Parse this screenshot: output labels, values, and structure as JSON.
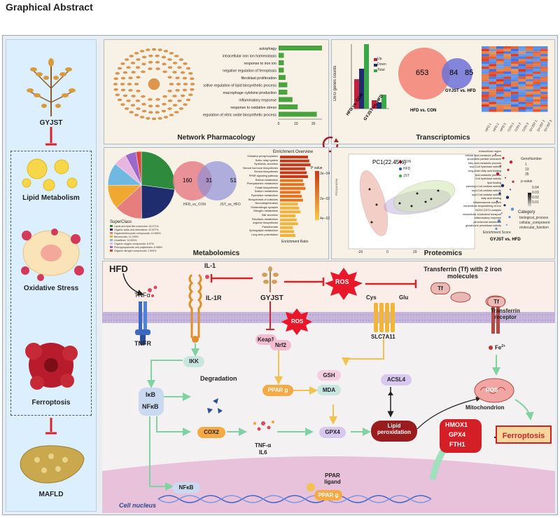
{
  "title": "Graphical Abstract",
  "left": {
    "items": [
      "GYJST",
      "Lipid Metabolism",
      "Oxidative Stress",
      "Ferroptosis",
      "MAFLD"
    ]
  },
  "network": {
    "caption": "Network Pharmacology",
    "bars": [
      {
        "label": "autophagy",
        "value": 25
      },
      {
        "label": "intracellular iron ion homeostasis",
        "value": 3
      },
      {
        "label": "response to iron ion",
        "value": 3
      },
      {
        "label": "negative regulation of ferroptosis",
        "value": 3
      },
      {
        "label": "fibroblast proliferation",
        "value": 4
      },
      {
        "label": "positive regulation of lipid biosynthetic process",
        "value": 5
      },
      {
        "label": "macrophage cytokine production",
        "value": 5
      },
      {
        "label": "inflammatory response",
        "value": 8
      },
      {
        "label": "response to oxidative stress",
        "value": 11
      },
      {
        "label": "positive regulation of nitric oxide biosynthetic process",
        "value": 22
      }
    ],
    "ticks": [
      "0",
      "10",
      "20"
    ]
  },
  "transcriptomics": {
    "caption": "Transcriptomics",
    "ylabel": "DEG genes counts",
    "legend": [
      "Up",
      "Down",
      "Total"
    ],
    "groups": [
      "HFD vs. CON",
      "GYJST vs. HFD"
    ],
    "venn_left": "653",
    "venn_mid": "84",
    "venn_right": "85",
    "venn_label_left": "HFD vs. CON",
    "venn_label_right": "GYJST vs. HFD",
    "heat_cols": [
      "HFD 1",
      "HFD 2",
      "HFD 3",
      "CON 1",
      "CON 2",
      "CON 3",
      "GYJST 1",
      "GYJST 2",
      "GYJST 3"
    ]
  },
  "metabolomics": {
    "caption": "Metabolomics",
    "superclass_title": "SuperClass",
    "superclass": [
      "Lipids and lipid-like molecules: 26.271%",
      "Organic acids and derivatives: 22.027%",
      "Organoheterocyclic compounds: 12.966%",
      "Benzenoids: 11.299%",
      "Undefined: 10.593%",
      "Organic oxygen compounds: 6.07%",
      "Phenylpropanoids and polyketides: 5.085%",
      "Organic nitrogen compounds: 2.553%"
    ],
    "venn_left": "160",
    "venn_mid": "31",
    "venn_right": "51",
    "venn_label_left": "HFD_vs_CON",
    "venn_label_right": "JST_vs_HFD",
    "enrich_title": "Enrichment Overview",
    "enrich_xlabel": "Enrichment Ratio",
    "pvalue_title": "P value",
    "pvalue_ticks": [
      "3e−04",
      "2e−02",
      "4e−02"
    ],
    "enrich_terms": [
      "Oxidative phosphorylation",
      "Sulfur relay system",
      "Synthesis, secretion",
      "Steroid hormone biosynthesis",
      "Steroid biosynthesis",
      "PPAR signaling pathway",
      "Retinol metabolism",
      "Phenylalanine metabolism",
      "Folate biosynthesis",
      "Sodium metabolism",
      "Pyrimidine metabolism",
      "Biosynthesis of cofactors",
      "Neurodegeneration",
      "Glutamatergic synapse",
      "Nitrogen metabolism",
      "Bile secretion",
      "Riboflavin metabolism",
      "Arginine biosynthesis",
      "Pantothenate",
      "Sphingolipid metabolism",
      "Long-term potentiation"
    ]
  },
  "proteomics": {
    "caption": "Proteomics",
    "pc_title": "PC1(22.45%)",
    "legend": [
      "CON",
      "HFD",
      "JST"
    ],
    "ylabel": "PC2(14.61%)",
    "xticks": [
      "-20",
      "0",
      "20"
    ],
    "go_terms": [
      "extracellular region",
      "cellular lipid metabolic process",
      "lipoprotein particle clearance",
      "fatty acid metabolic process",
      "acyl-CoA hydrolase activity",
      "long-chain fatty acid binding",
      "lipid catabolic process",
      "CoA hydrolase activity",
      "lipid binding",
      "palmitoyl-CoA oxidase activity",
      "acyl-CoA oxidase activity",
      "acyl-CoA oxidase activity",
      "fatty acid binding",
      "inflammasome complex",
      "intracellular sequestering of iron",
      "NOX2-CDT4 complex",
      "intracellular cholesterol transport",
      "inflammatory response",
      "peroxisomal membrane",
      "glutathione peroxidase activity"
    ],
    "gene_number_title": "GeneNumber",
    "gene_number_ticks": [
      "1",
      "10",
      "35"
    ],
    "pval_title": "p-value",
    "pval_ticks": [
      "0.04",
      "0.03",
      "0.02",
      "0.01"
    ],
    "category_title": "Category",
    "categories": [
      "biological_process",
      "cellular_component",
      "molecular_function"
    ],
    "xlabel": "Enrichment Score",
    "caption_cmp": "GYJST vs. HFD"
  },
  "mechanism": {
    "hfd": "HFD",
    "tnfa": "TNFα",
    "il1": "IL-1",
    "il1r": "IL-1R",
    "tnfr": "TNFR",
    "gyjst": "GYJST",
    "ros": "ROS",
    "ros2": "ROS",
    "ros3": "ROS",
    "transferrin": "Transferrin (Tf) with 2 iron molecules",
    "tf": "Tf",
    "tf2": "Tf",
    "tf_receptor": "Transferrin receptor",
    "cys": "Cys",
    "glu": "Glu",
    "slc7a11": "SLC7A11",
    "keap1": "Keap1",
    "nrf2": "Nrf2",
    "ikk": "IKK",
    "degradation": "Degradation",
    "ikb": "IκB",
    "nfkb": "NFκB",
    "pparg": "PPAR g",
    "gsh": "GSH",
    "mda": "MDA",
    "acsl4": "ACSL4",
    "fe": "Fe",
    "fe_sup": "2+",
    "mitochondrion": "Mitochondrion",
    "cox2": "COX2",
    "tnfa2": "TNF-α",
    "il6": "IL6",
    "gpx4": "GPX4",
    "lipid_perox": "Lipid peroxidation",
    "hmox1": "HMOX1",
    "gpx4b": "GPX4",
    "fth1": "FTH1",
    "ferroptosis": "Ferroptosis",
    "nfkb2": "NFκB",
    "ppar_ligand": "PPAR ligand",
    "pparg2": "PPAR g",
    "nucleus": "Cell nucleus"
  },
  "colors": {
    "ros_red": "#e8182a",
    "pill_pink": "#f3bcd0",
    "pill_orange": "#f7a943",
    "pill_teal": "#c6e6df",
    "pill_purple": "#d8c7ef",
    "arrow_green": "#7fd3a2",
    "arrow_yellow": "#f2c14e",
    "ferro_box": "#f6d79b",
    "ferro_text": "#d51f27",
    "dark_red": "#9b1c1f"
  }
}
